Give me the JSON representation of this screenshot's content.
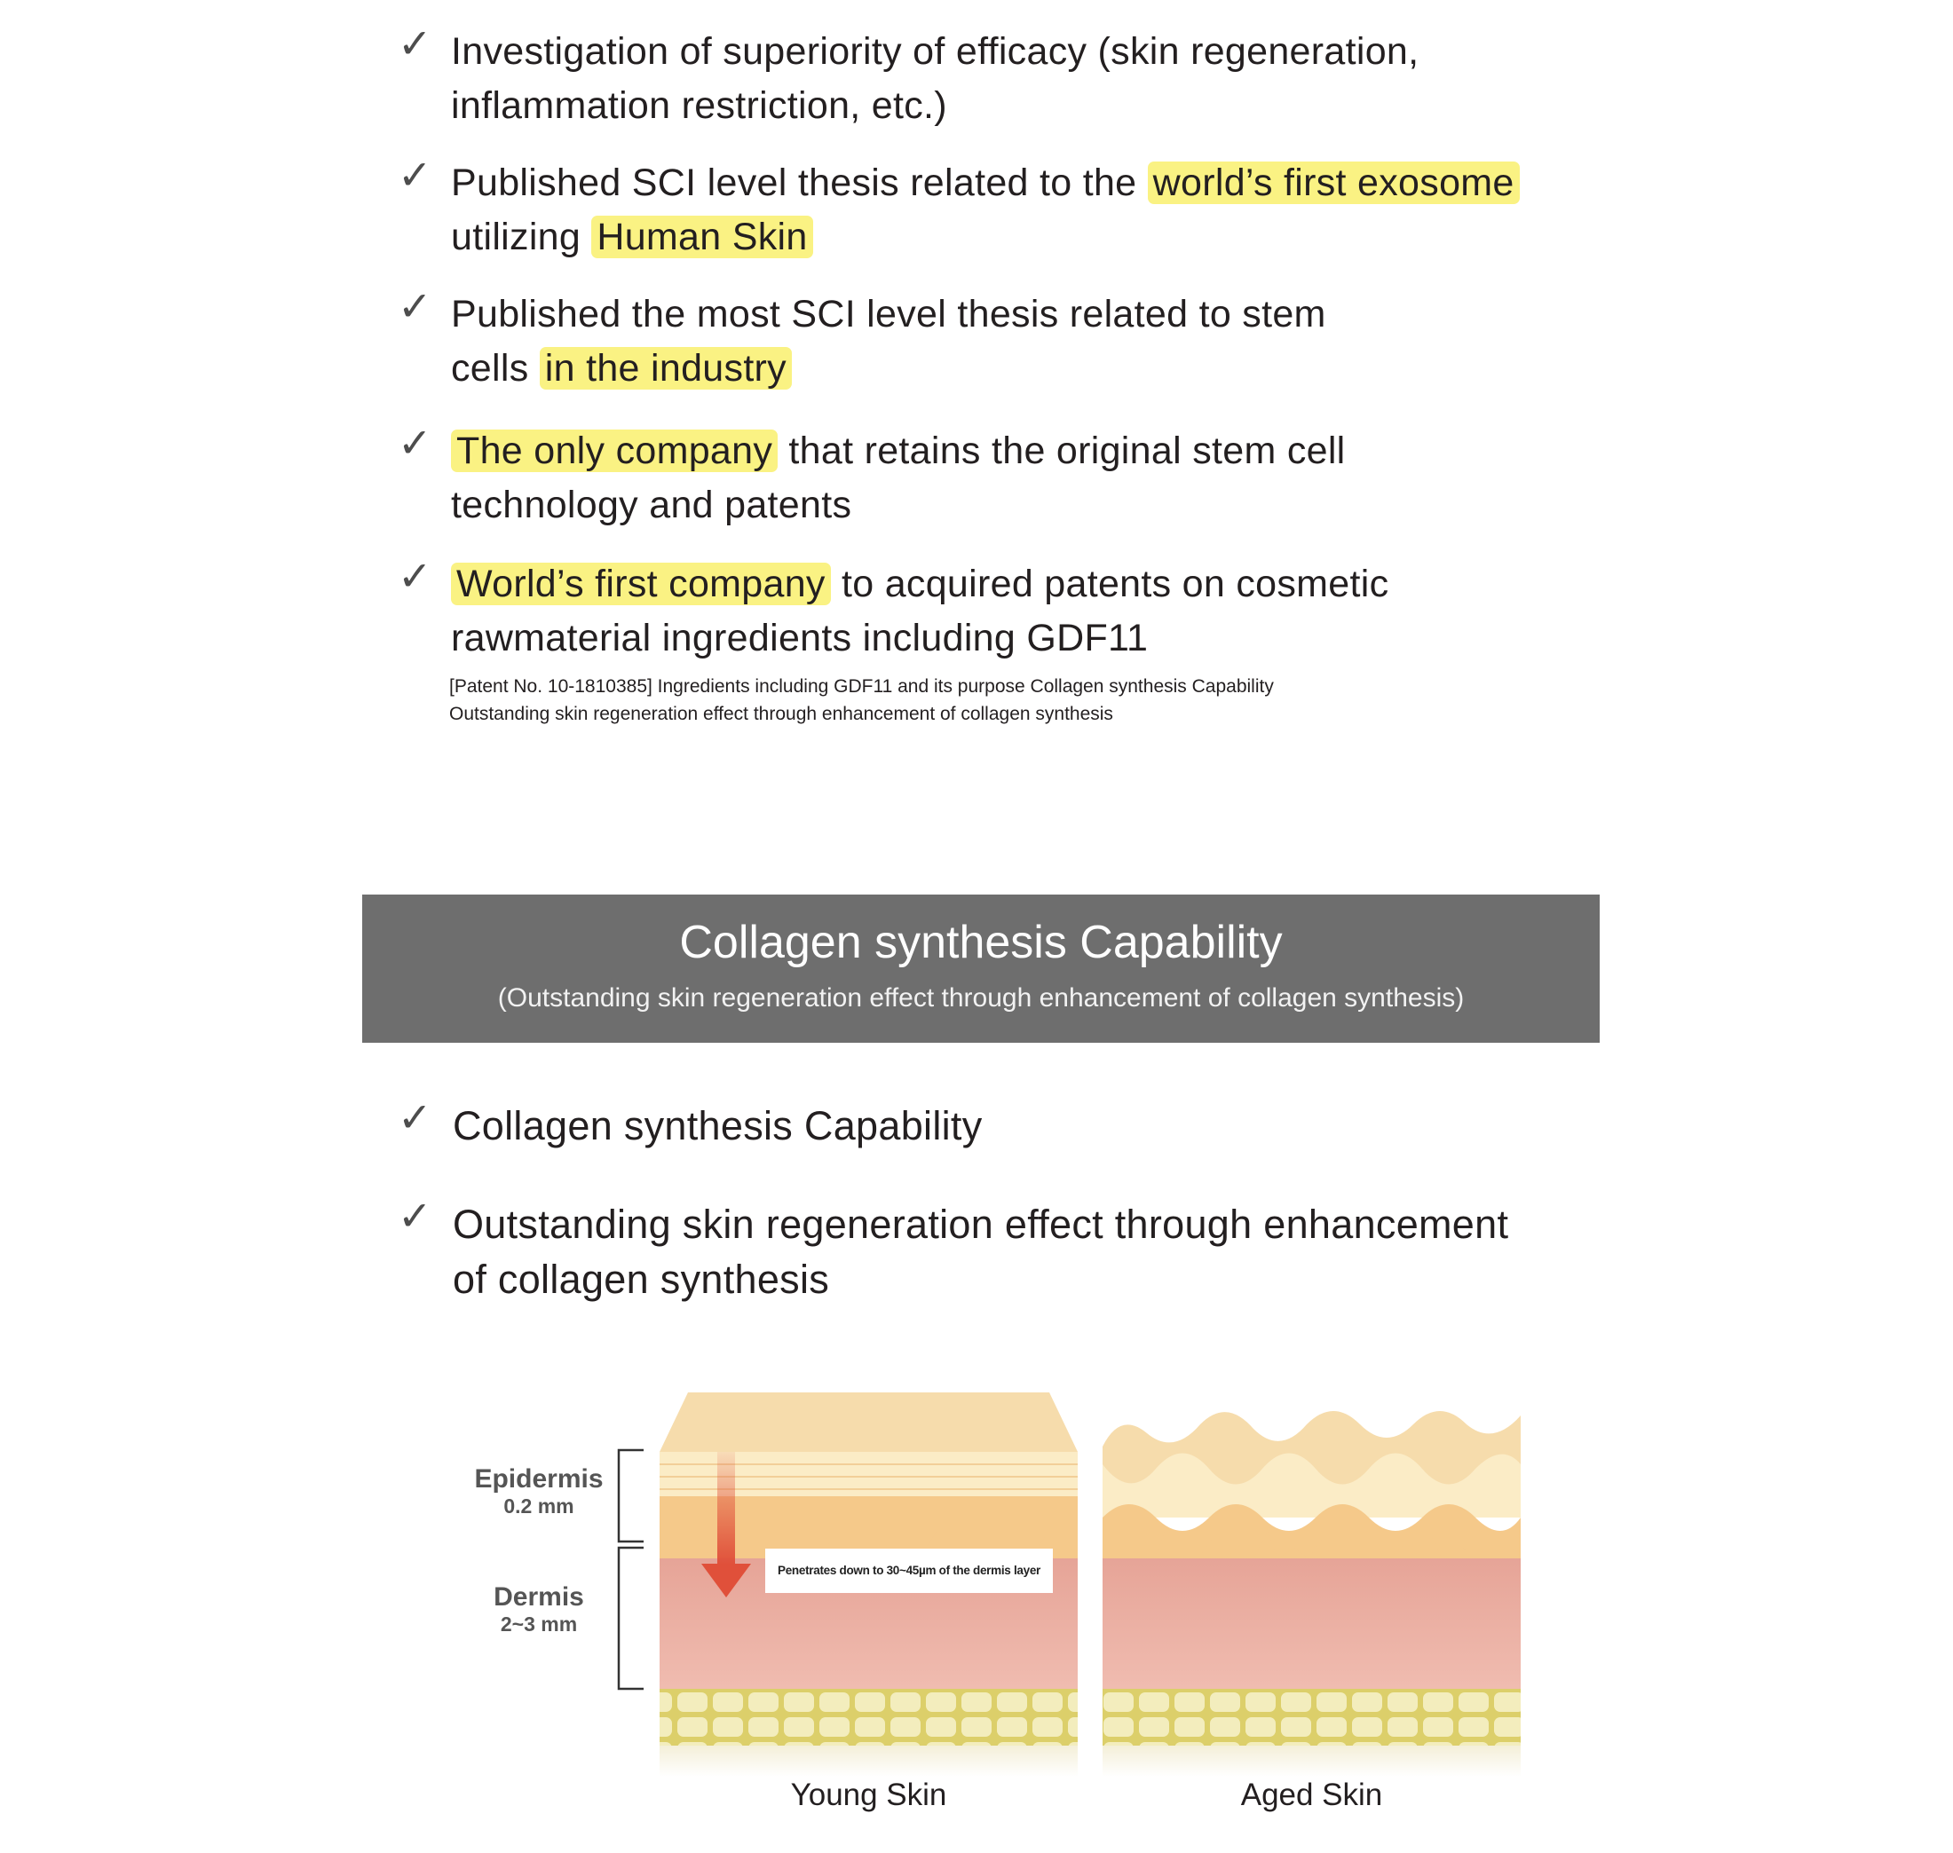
{
  "checklist": [
    {
      "lines": [
        [
          {
            "t": "Investigation of superiority of efficacy (skin regeneration,",
            "h": false
          }
        ],
        [
          {
            "t": "inflammation restriction, etc.)",
            "h": false
          }
        ]
      ]
    },
    {
      "lines": [
        [
          {
            "t": "Published SCI level thesis related to the ",
            "h": false
          },
          {
            "t": "world’s first exosome",
            "h": true
          }
        ],
        [
          {
            "t": "utilizing ",
            "h": false
          },
          {
            "t": "Human Skin",
            "h": true
          }
        ]
      ]
    },
    {
      "lines": [
        [
          {
            "t": "Published the most SCI level thesis related to stem",
            "h": false
          }
        ],
        [
          {
            "t": "cells ",
            "h": false
          },
          {
            "t": "in the industry",
            "h": true
          }
        ]
      ]
    },
    {
      "lines": [
        [
          {
            "t": "The only company",
            "h": true
          },
          {
            "t": " that retains the original stem cell",
            "h": false
          }
        ],
        [
          {
            "t": "technology and patents",
            "h": false
          }
        ]
      ]
    },
    {
      "lines": [
        [
          {
            "t": "World’s first company",
            "h": true
          },
          {
            "t": " to acquired patents on cosmetic",
            "h": false
          }
        ],
        [
          {
            "t": "rawmaterial ingredients including GDF11",
            "h": false
          }
        ]
      ]
    }
  ],
  "patent_note": {
    "line1": "[Patent No. 10-1810385] Ingredients including GDF11 and its purpose Collagen synthesis Capability",
    "line2": "Outstanding skin regeneration effect through enhancement of collagen synthesis"
  },
  "banner": {
    "title": "Collagen synthesis Capability",
    "subtitle": "(Outstanding skin regeneration effect through enhancement of collagen synthesis)"
  },
  "checklist2": [
    {
      "line1": "Collagen synthesis Capability"
    },
    {
      "line1": "Outstanding skin regeneration effect through enhancement",
      "line2": "of collagen synthesis"
    }
  ],
  "check_symbol": "✓",
  "illustration": {
    "epidermis_label": "Epidermis",
    "epidermis_depth": "0.2 mm",
    "dermis_label": "Dermis",
    "dermis_depth": "2~3 mm",
    "callout": "Penetrates down to 30~45µm of the dermis layer",
    "young_caption": "Young Skin",
    "aged_caption": "Aged Skin"
  },
  "colors": {
    "highlight": "#faf283",
    "banner": "#6e6e6e",
    "arrow": "#e0503a"
  }
}
